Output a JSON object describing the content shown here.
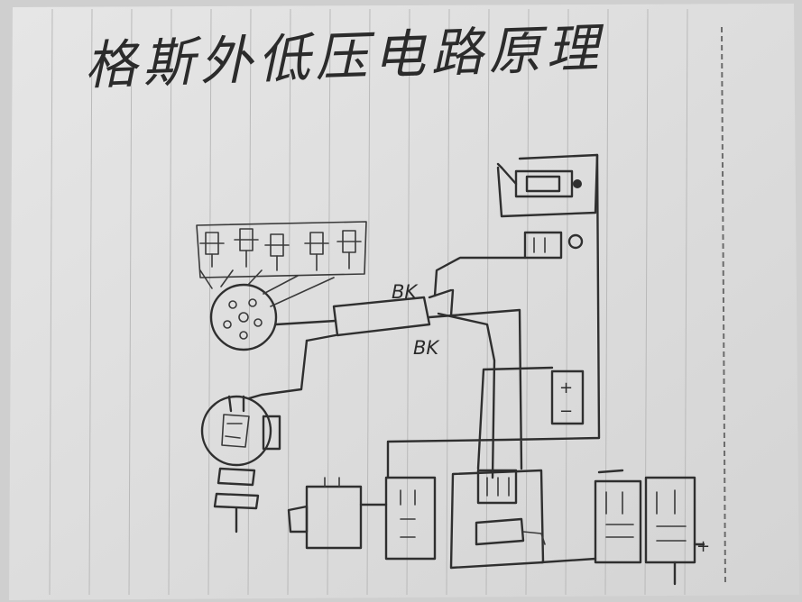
{
  "title": "格斯外低压电路原理",
  "labels": {
    "bk_top": "BK",
    "bk_bottom": "BK",
    "battery_plus": "+",
    "battery_minus": "−",
    "ground_plus": "+"
  }
}
